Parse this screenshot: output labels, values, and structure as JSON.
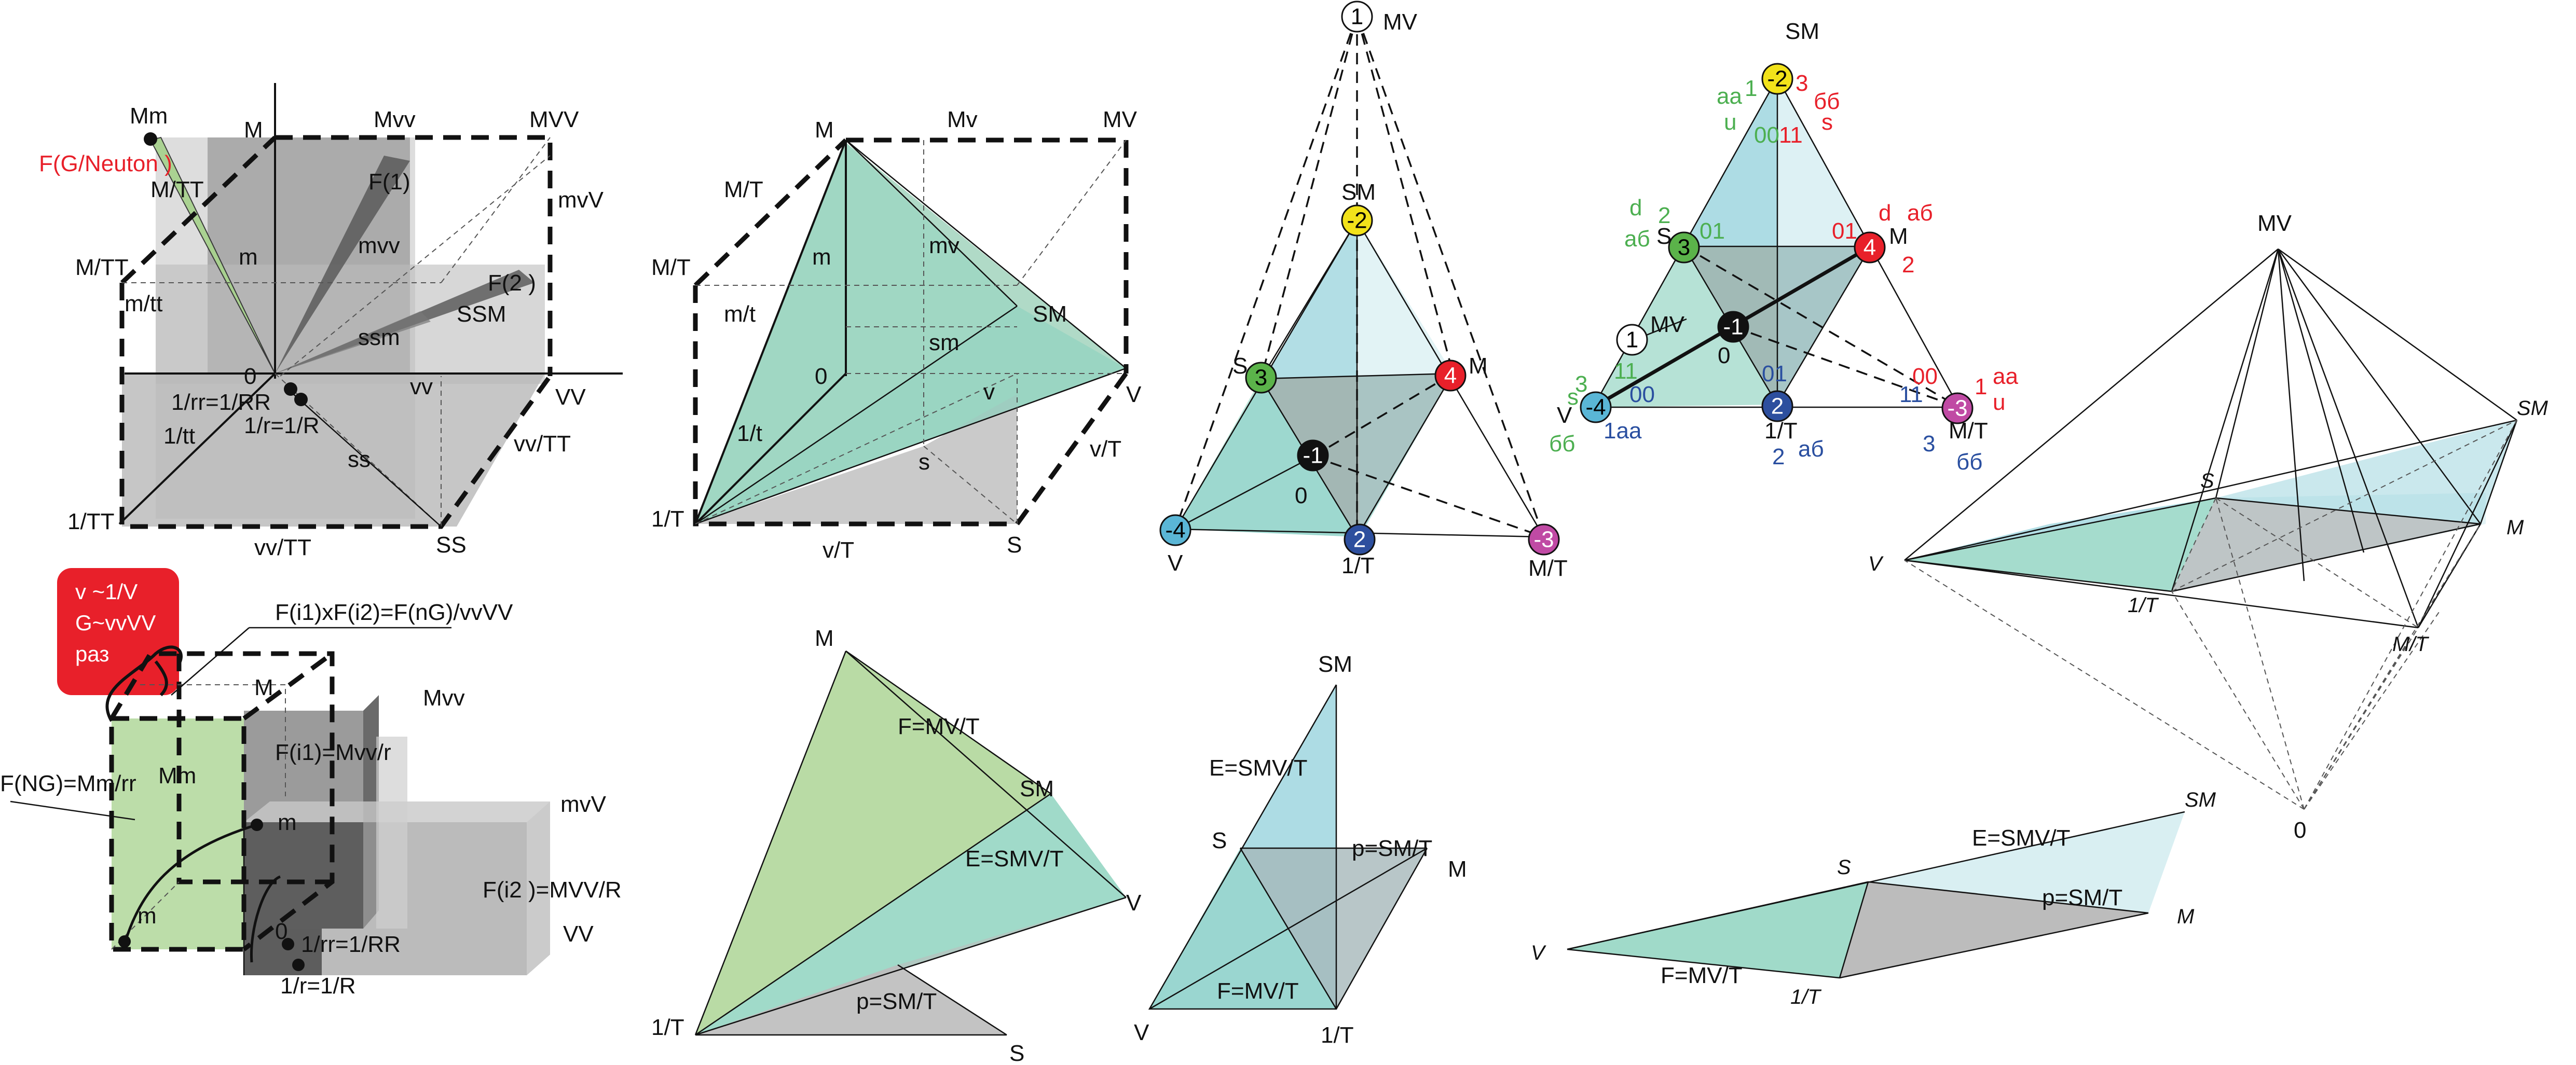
{
  "colors": {
    "green": "#b5d9a0",
    "cyan": "#9fd6df",
    "teal": "#8fd3c0",
    "grey": "#a6a6a6",
    "node_yellow": "#f2e21a",
    "node_red": "#e8202a",
    "node_green": "#5bb34a",
    "node_blue": "#2d4f9e",
    "node_lightblue": "#5ab6d6",
    "node_magenta": "#c04aa4",
    "node_black": "#111111",
    "node_white": "#ffffff",
    "callout_red": "#e8202a"
  },
  "cube1": {
    "labels": {
      "Mm": "Mm",
      "F_G_Neuton": "F(G/Neuton )",
      "M": "M",
      "Mvv": "Mvv",
      "MVV": "MVV",
      "M_TT_a": "M/TT",
      "M_TT_b": "M/TT",
      "m_tt": "m/tt",
      "m": "m",
      "mvv": "mvv",
      "mvV": "mvV",
      "F1": "F(1)",
      "F2": "F(2 )",
      "SSM": "SSM",
      "ssm": "ssm",
      "zero": "0",
      "vv": "vv",
      "VV": "VV",
      "rr_RR": "1/rr=1/RR",
      "r_R": "1/r=1/R",
      "tt": "1/tt",
      "vv_TT": "vv/TT",
      "ss": "ss",
      "TT": "1/TT",
      "vv_TT_b": "vv/TT",
      "SS": "SS"
    }
  },
  "cube2": {
    "labels": {
      "M": "M",
      "Mv": "Mv",
      "MV": "MV",
      "M_T": "M/T",
      "M_T_b": "M/T",
      "m": "m",
      "mv": "mv",
      "m_t": "m/t",
      "zero": "0",
      "SM": "SM",
      "sm": "sm",
      "v": "v",
      "V": "V",
      "t": "1/t",
      "s": "s",
      "v_T": "v/T",
      "T": "1/T",
      "v_T_b": "v/T",
      "S": "S"
    }
  },
  "tetra1": {
    "labels": {
      "MV": "MV",
      "SM": "SM",
      "S": "S",
      "M": "M",
      "zero": "0",
      "V": "V",
      "T": "1/T",
      "M_T": "M/T"
    },
    "nodes": {
      "n1": "1",
      "n_2": "-2",
      "n3": "3",
      "n4": "4",
      "n_1": "-1",
      "n_4": "-4",
      "n2": "2",
      "n_3": "-3"
    }
  },
  "tetra2": {
    "labels": {
      "SM": "SM",
      "aa1": "aa",
      "one1": "1",
      "u1": "u",
      "oo1": "00",
      "e11": "11",
      "three1": "3",
      "bb1": "бб",
      "s1": "s",
      "d1": "d",
      "two_g": "2",
      "ab1": "аб",
      "S": "S",
      "o1": "01",
      "o1r": "01",
      "d_r": "d",
      "ab_r": "аб",
      "M": "M",
      "two_r": "2",
      "MV": "MV",
      "zero": "0",
      "s_g": "s",
      "three_g": "3",
      "e11g": "11",
      "V": "V",
      "bb_g": "бб",
      "one_aa": "1aa",
      "oo_b": "00",
      "o1b": "01",
      "T": "1/T",
      "two_b": "2",
      "ab_b": "аб",
      "e11b": "11",
      "oo_r": "00",
      "one_r": "1",
      "aa_r": "aa",
      "u_r": "u",
      "M_T": "M/T",
      "three_b": "3",
      "bb_b": "бб"
    },
    "nodes": {
      "n_2": "-2",
      "n3": "3",
      "n4": "4",
      "n1": "1",
      "n_1": "-1",
      "n_4": "-4",
      "n2": "2",
      "n_3": "-3"
    }
  },
  "pyramid": {
    "labels": {
      "MV": "MV",
      "SM": "SM",
      "S": "S",
      "M": "M",
      "V": "V",
      "T": "1/T",
      "M_T": "M/T",
      "zero": "0"
    }
  },
  "box3d": {
    "callout": [
      "v ~1/V",
      "G~vvVV",
      "раз"
    ],
    "labels": {
      "F_eq": "F(i1)xF(i2)=F(nG)/vvVV",
      "M": "M",
      "Mvv": "Mvv",
      "F_NG": "F(NG)=Mm/rr",
      "Mm": "Mm",
      "F_i1": "F(i1)=Mvv/r",
      "m": "m",
      "mvV": "mvV",
      "F_i2": "F(i2 )=MVV/R",
      "m_b": "m",
      "zero": "0",
      "rr": "1/rr=1/RR",
      "VV": "VV",
      "r": "1/r=1/R"
    }
  },
  "tri1": {
    "labels": {
      "M": "M",
      "F": "F=MV/T",
      "SM": "SM",
      "E": "E=SMV/T",
      "V": "V",
      "p": "p=SM/T",
      "T": "1/T",
      "S": "S"
    }
  },
  "tri2": {
    "labels": {
      "SM": "SM",
      "E": "E=SMV/T",
      "S": "S",
      "p": "p=SM/T",
      "M": "M",
      "F": "F=MV/T",
      "V": "V",
      "T": "1/T"
    }
  },
  "tri3": {
    "labels": {
      "SM": "SM",
      "E": "E=SMV/T",
      "S": "S",
      "p": "p=SM/T",
      "M": "M",
      "V": "V",
      "F": "F=MV/T",
      "T": "1/T"
    }
  }
}
